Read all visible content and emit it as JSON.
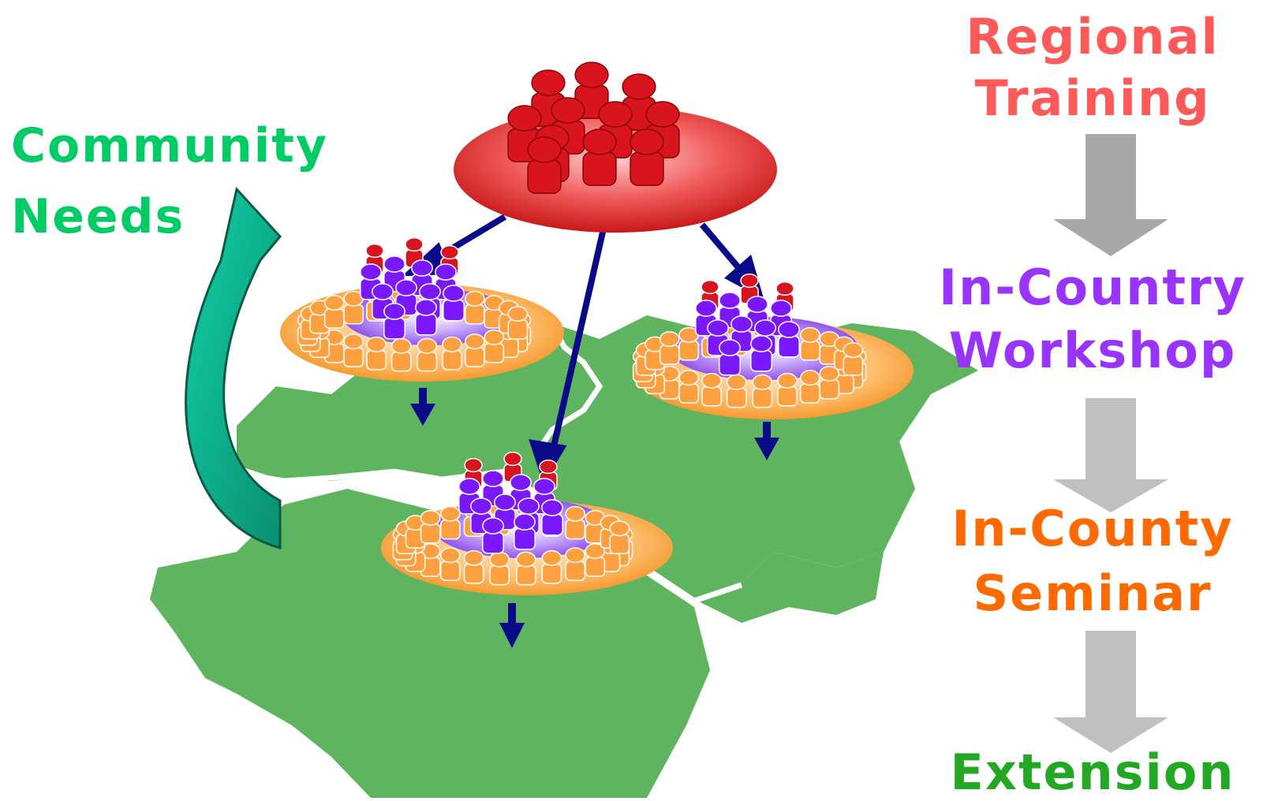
{
  "community": {
    "line1": "Community",
    "line2": "Needs",
    "color": "#00cc66"
  },
  "stages": {
    "regional": {
      "line1": "Regional",
      "line2": "Training",
      "color": "#ff5a5a"
    },
    "workshop": {
      "line1": "In-Country",
      "line2": "Workshop",
      "color": "#9933ff"
    },
    "seminar": {
      "line1": "In-County",
      "line2": "Seminar",
      "color": "#ff6a00"
    },
    "extension": {
      "line1": "Extension",
      "color": "#22a822"
    }
  },
  "colors": {
    "map_green": "#5fb45f",
    "trainer_red": "#d8141f",
    "participant_purple": "#7a18ff",
    "community_orange": "#ffa040",
    "arrow_navy": "#0a0a88",
    "stage_arrow_gray": "#a8a8a8",
    "feedback_teal": "#12c4a0"
  },
  "icons": {
    "regional": "people-group-icon",
    "flow": "arrow-down-icon",
    "feedback": "curved-arrow-icon"
  }
}
